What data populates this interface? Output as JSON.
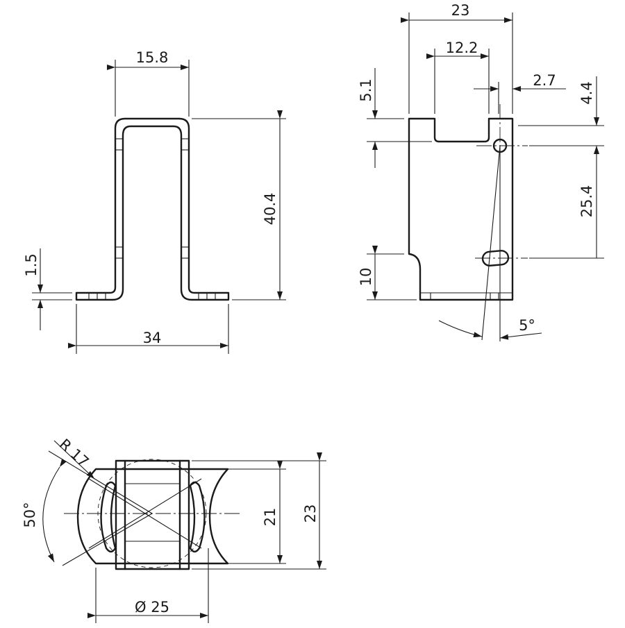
{
  "dimensions": {
    "front_width_inner": "15.8",
    "front_height": "40.4",
    "front_thickness": "1.5",
    "front_base_width": "34",
    "side_width": "23",
    "side_slot_width": "12.2",
    "side_slot_depth": "5.1",
    "side_hole_offset": "2.7",
    "side_hole_top": "4.4",
    "side_hole_spacing": "25.4",
    "side_flange_height": "10",
    "side_angle": "5°",
    "top_radius": "R 17",
    "top_angle": "50°",
    "top_inner_height": "21",
    "top_outer_height": "23",
    "top_diameter": "Ø 25"
  }
}
